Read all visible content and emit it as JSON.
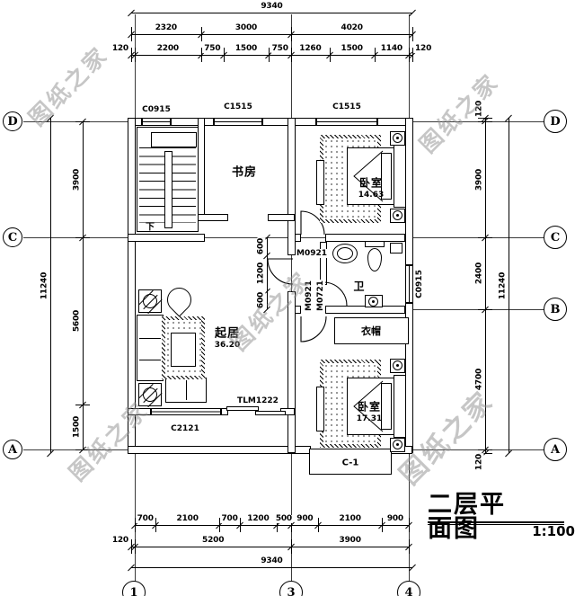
{
  "title": {
    "text": "二层平面图",
    "scale": "1:100"
  },
  "watermark": {
    "text": "图纸之家"
  },
  "axis_labels": {
    "left": [
      "D",
      "C",
      "A"
    ],
    "right": [
      "D",
      "C",
      "B",
      "A"
    ],
    "bottom": [
      "1",
      "3",
      "4"
    ]
  },
  "rooms": {
    "study": {
      "name": "书房"
    },
    "bedroom1": {
      "name": "卧室",
      "area": "14.63"
    },
    "bath": {
      "name": "卫"
    },
    "closet": {
      "name": "衣帽"
    },
    "living": {
      "name": "起居",
      "area": "36.20"
    },
    "bedroom2": {
      "name": "卧室",
      "area": "17.31"
    },
    "stairs_down": "下"
  },
  "openings": {
    "win_stair": "C0915",
    "win_study": "C1515",
    "win_bed1": "C1515",
    "win_bath": "C0915",
    "win_living": "C2121",
    "door_balcony": "TLM1222",
    "bay_window": "C-1",
    "door_bed1": "M0921",
    "door_living": "M0921",
    "door_bath": "M0721"
  },
  "dimensions": {
    "top": {
      "total": [
        "9340"
      ],
      "row2": [
        "2320",
        "3000",
        "4020"
      ],
      "row3": [
        "120",
        "2200",
        "750",
        "1500",
        "750",
        "1260",
        "1500",
        "1140",
        "120"
      ]
    },
    "bottom": {
      "row1": [
        "700",
        "2100",
        "700",
        "1200",
        "500",
        "900",
        "2100",
        "900"
      ],
      "row2": [
        "120",
        "5200",
        "3900"
      ],
      "total": [
        "9340"
      ]
    },
    "left": {
      "inner": [
        "3900",
        "5600",
        "1500"
      ],
      "total": [
        "11240"
      ]
    },
    "right": {
      "inner": [
        "120",
        "3900",
        "2400",
        "4700",
        "120"
      ],
      "total": [
        "11240"
      ]
    },
    "interior": {
      "vestibule": [
        "600",
        "1200",
        "600"
      ]
    }
  }
}
